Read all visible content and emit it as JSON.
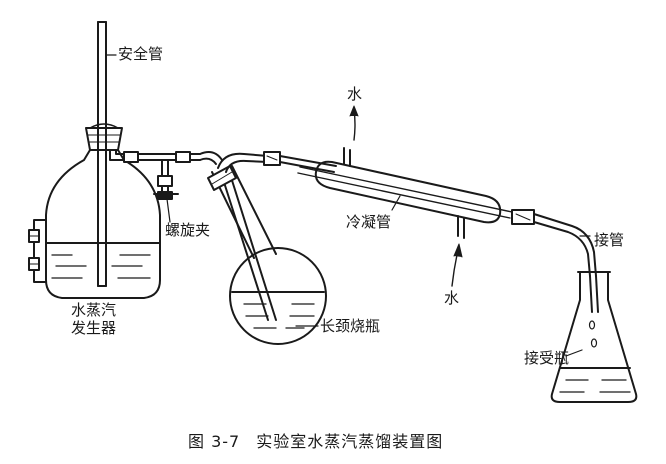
{
  "labels": {
    "safety_tube": "安全管",
    "steam_generator_line1": "水蒸汽",
    "steam_generator_line2": "发生器",
    "screw_clamp": "螺旋夹",
    "long_neck_flask": "长颈烧瓶",
    "condenser": "冷凝管",
    "water_out": "水",
    "water_in": "水",
    "adapter": "接管",
    "receiver": "接受瓶"
  },
  "caption": {
    "figure_number": "图 3-7",
    "title": "实验室水蒸汽蒸馏装置图"
  }
}
